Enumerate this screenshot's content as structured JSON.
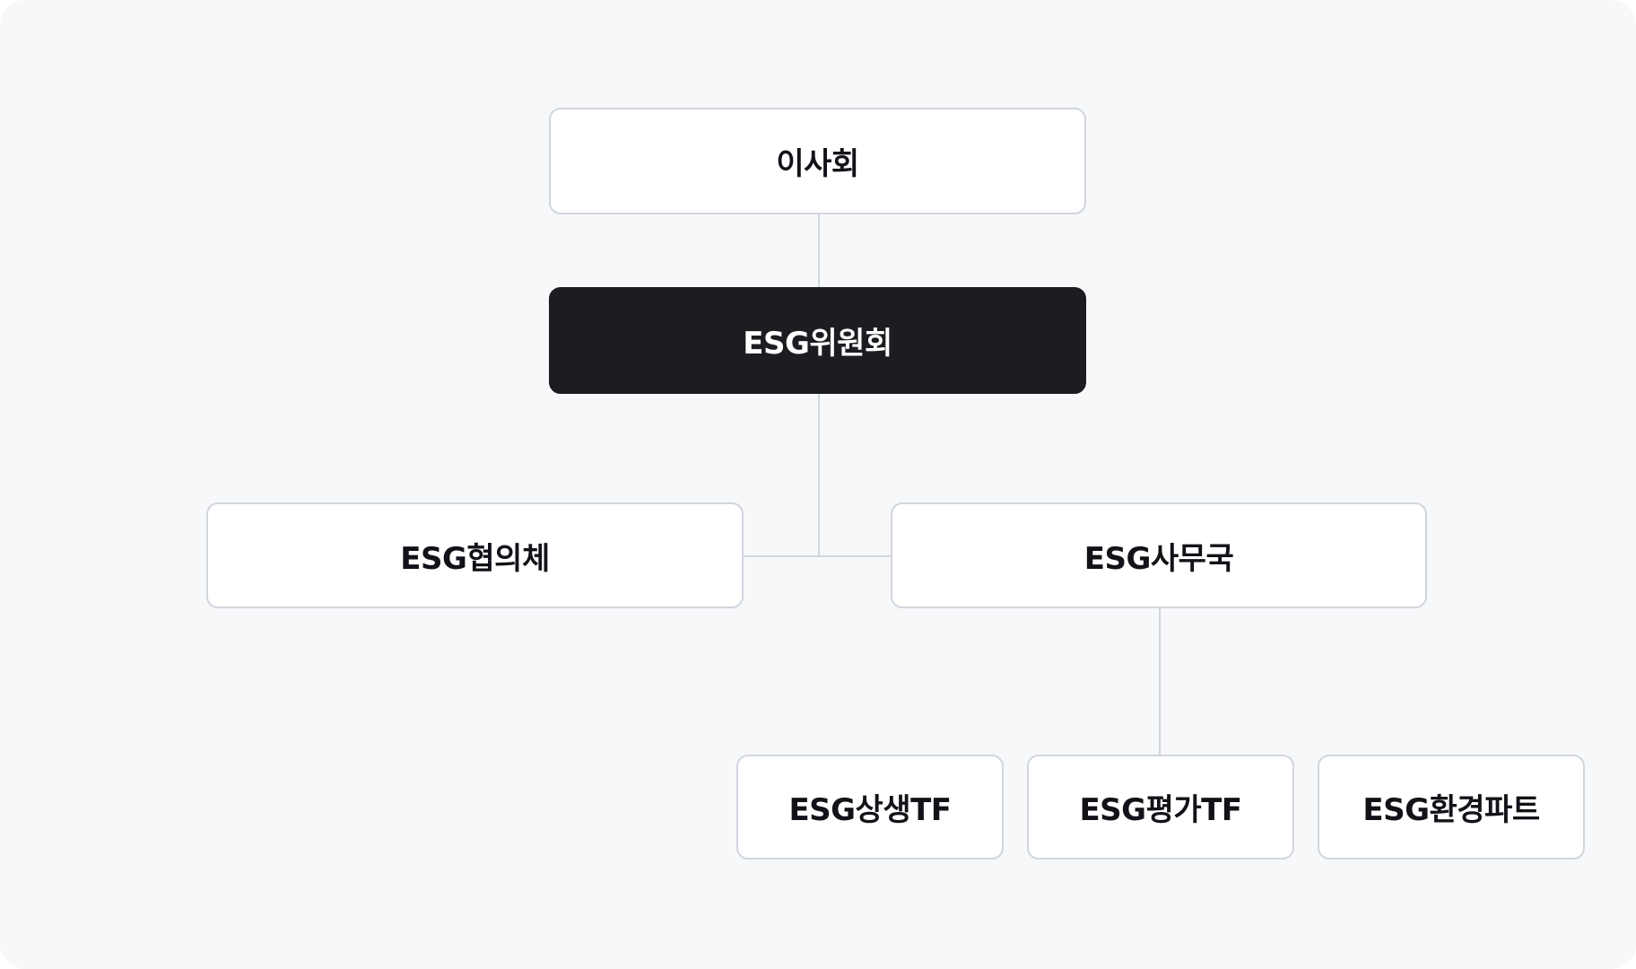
{
  "diagram": {
    "type": "org-chart",
    "colors": {
      "background": "#F7F8FA",
      "node_fill": "#FFFFFF",
      "node_border": "#D1D6DD",
      "node_text": "#111318",
      "highlight_fill": "#1B1D21",
      "highlight_text": "#FFFFFF",
      "connector": "#D1D6DD"
    },
    "nodes": {
      "board": {
        "label": "이사회"
      },
      "esg_committee": {
        "label": "ESG위원회",
        "highlighted": true
      },
      "esg_council": {
        "label": "ESG협의체"
      },
      "esg_secretariat": {
        "label": "ESG사무국"
      },
      "esg_coexistence_tf": {
        "label": "ESG상생TF"
      },
      "esg_evaluation_tf": {
        "label": "ESG평가TF"
      },
      "esg_environment_part": {
        "label": "ESG환경파트"
      }
    },
    "edges": [
      {
        "from": "이사회",
        "to": "ESG위원회"
      },
      {
        "from": "ESG위원회",
        "to": "ESG협의체"
      },
      {
        "from": "ESG위원회",
        "to": "ESG사무국"
      },
      {
        "from": "ESG사무국",
        "to": "ESG상생TF"
      },
      {
        "from": "ESG사무국",
        "to": "ESG평가TF"
      },
      {
        "from": "ESG사무국",
        "to": "ESG환경파트"
      }
    ]
  }
}
